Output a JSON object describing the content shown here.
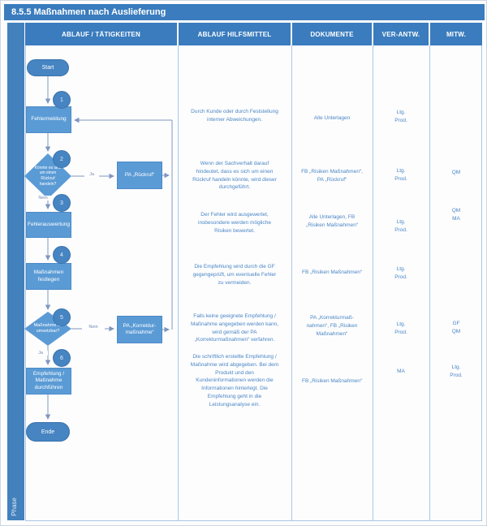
{
  "title": "8.5.5 Maßnahmen nach Auslieferung",
  "phase_label": "Phase",
  "columns": [
    "ABLAUF / TÄTIGKEITEN",
    "ABLAUF HILFSMITTEL",
    "DOKUMENTE",
    "VER-ANTW.",
    "MITW."
  ],
  "colors": {
    "header_blue": "#3a7cbe",
    "shape_blue": "#5b9bd5",
    "terminator_blue": "#4684c2",
    "connector_blue_gray": "#8096bf",
    "grid_light_blue": "#aac7e4",
    "cell_text_blue": "#4a86c4"
  },
  "flowchart": {
    "start_label": "Start",
    "end_label": "Ende",
    "step1_label": "Fehlermeldung",
    "decision1_label": "Könnte es sich\num einen\nRückruf\nhandeln?",
    "pa_rueckruf_label": "PA „Rückruf“",
    "step3_label": "Fehlerauswertung",
    "step4_label": "Maßnahmen\nfestlegen",
    "decision2_label": "Maßnahme ist\numsetzbar?",
    "pa_korrektur_label": "PA „Korrektur-\nmaßnahme“",
    "step6_label": "Empfehlung /\nMaßnahme\ndurchführen",
    "yes_label": "Ja",
    "no_label": "Nein",
    "step_numbers": [
      "1",
      "2",
      "3",
      "4",
      "5",
      "6"
    ]
  },
  "rows": [
    {
      "hilfsmittel": "Durch Kunde oder durch Feststellung\ninterner Abweichungen.",
      "dokumente": "Alle Unterlagen",
      "verantw": "Ltg.\nProd.",
      "mitw": ""
    },
    {
      "hilfsmittel": "Wenn der Sachverhalt darauf\nhindeutet, dass es sich um einen\nRückruf handeln könnte, wird dieser\ndurchgeführt.",
      "dokumente": "FB „Risiken Maßnahmen“,\nPA „Rückruf“",
      "verantw": "Ltg.\nProd.",
      "mitw": "QM"
    },
    {
      "hilfsmittel": "Der Fehler wird ausgewertet,\ninsbesondere werden mögliche\nRisiken bewertet.",
      "dokumente": "Alle Unterlagen, FB\n„Risiken Maßnahmen“",
      "verantw": "Ltg.\nProd.",
      "mitw": "QM\nMA"
    },
    {
      "hilfsmittel": "Die Empfehlung wird durch die GF\ngegengeprüft, um eventuelle Fehler\nzu vermeiden.",
      "dokumente": "FB „Risiken Maßnahmen“",
      "verantw": "Ltg.\nProd.",
      "mitw": ""
    },
    {
      "hilfsmittel": "Falls keine geeignete Empfehlung /\nMaßnahme angegeben werden kann,\nwird gemäß der PA\n„Korrekturmaßnahmen“ verfahren.",
      "dokumente": "PA „Korrekturmaß-\nnahmen“, FB „Risiken\nMaßnahmen“",
      "verantw": "Ltg.\nProd.",
      "mitw": "GF\nQM"
    },
    {
      "hilfsmittel": "Die schriftlich erstellte Empfehlung /\nMaßnahme wird abgegeben. Bei dem\nProdukt und den\nKundeninformationen werden die\nInformationen hinterlegt. Die\nEmpfehlung geht in die\nLeistungsanalyse ein.",
      "dokumente": "FB „Risiken Maßnahmen“",
      "verantw": "MA",
      "mitw": "Ltg.\nProd."
    }
  ]
}
